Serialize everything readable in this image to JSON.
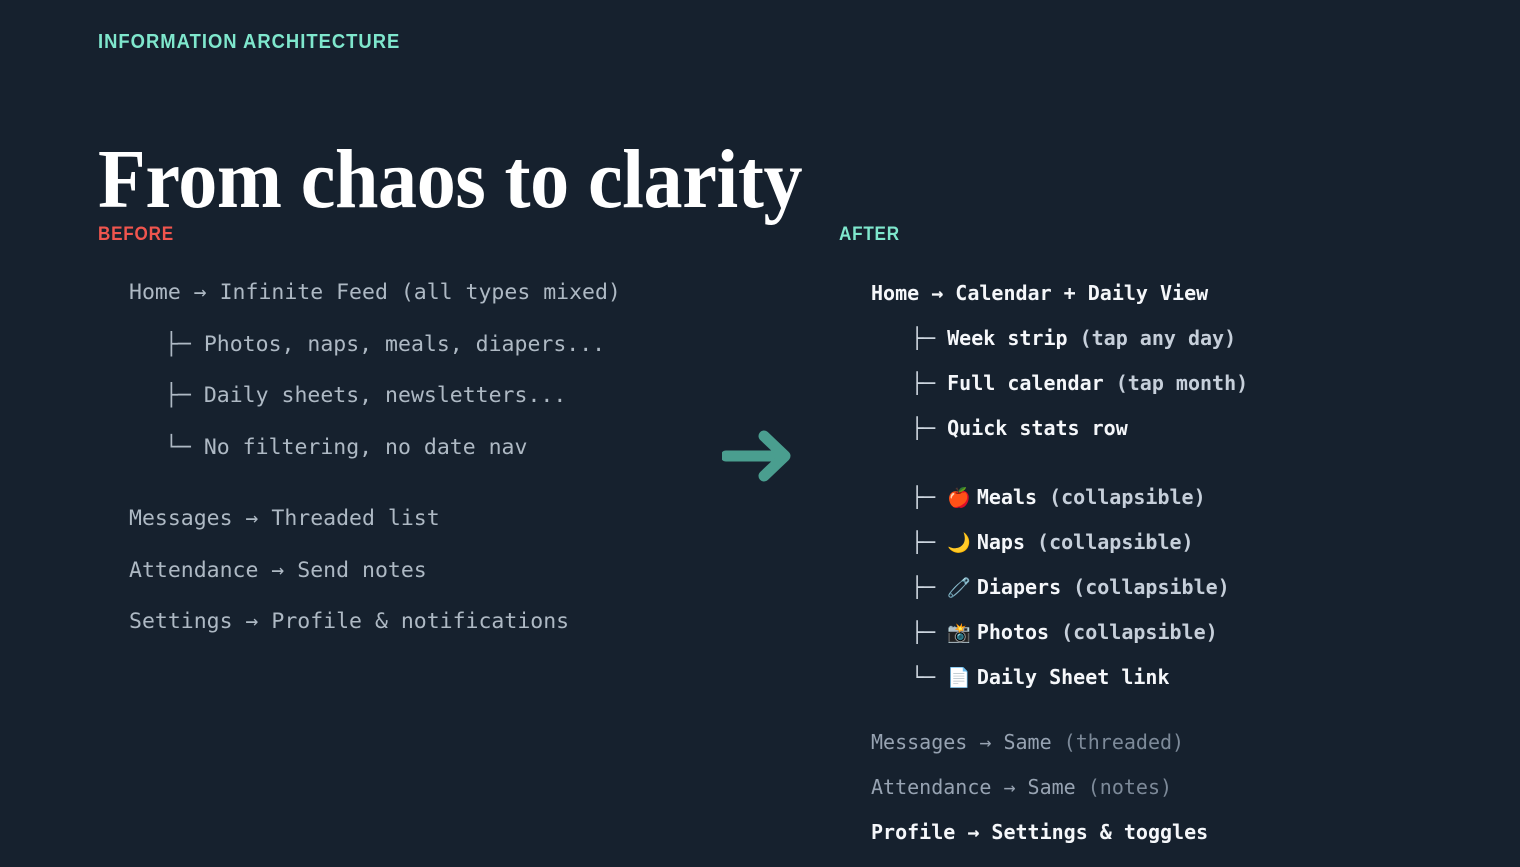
{
  "theme": {
    "background": "#16212e",
    "accent_mint": "#7fe7cd",
    "accent_red": "#f0554e",
    "arrow_teal": "#4a9e8f",
    "text_bright": "#f5f7fa",
    "text_muted": "#aeb9c4",
    "text_dim": "#97a3b2"
  },
  "header": {
    "eyebrow": "INFORMATION ARCHITECTURE",
    "headline": "From chaos to clarity"
  },
  "transition": {
    "icon": "arrow-right-icon",
    "color": "#4a9e8f"
  },
  "before": {
    "label": "BEFORE",
    "rows": [
      {
        "text": "Home → Infinite Feed (all types mixed)",
        "level": 0,
        "connector": ""
      },
      {
        "text": "Photos, naps, meals, diapers...",
        "level": 1,
        "connector": "├─"
      },
      {
        "text": "Daily sheets, newsletters...",
        "level": 1,
        "connector": "├─"
      },
      {
        "text": "No filtering, no date nav",
        "level": 1,
        "connector": "└─"
      },
      {
        "text": "Messages → Threaded list",
        "level": 0,
        "connector": ""
      },
      {
        "text": "Attendance → Send notes",
        "level": 0,
        "connector": ""
      },
      {
        "text": "Settings → Profile & notifications",
        "level": 0,
        "connector": ""
      }
    ]
  },
  "after": {
    "label": "AFTER",
    "rows": [
      {
        "main": "Home → Calendar + Daily View",
        "note": "",
        "emoji": "",
        "level": 0,
        "connector": "",
        "style": "bright"
      },
      {
        "main": "Week strip ",
        "note": "(tap any day)",
        "emoji": "",
        "level": 1,
        "connector": "├─",
        "style": "bright"
      },
      {
        "main": "Full calendar ",
        "note": "(tap month)",
        "emoji": "",
        "level": 1,
        "connector": "├─",
        "style": "bright"
      },
      {
        "main": "Quick stats row",
        "note": "",
        "emoji": "",
        "level": 1,
        "connector": "├─",
        "style": "bright"
      },
      {
        "main": "Meals ",
        "note": "(collapsible)",
        "emoji": "🍎",
        "emoji_name": "apple-icon",
        "level": 1,
        "connector": "├─",
        "style": "bright"
      },
      {
        "main": "Naps ",
        "note": "(collapsible)",
        "emoji": "🌙",
        "emoji_name": "crescent-moon-icon",
        "level": 1,
        "connector": "├─",
        "style": "bright"
      },
      {
        "main": "Diapers ",
        "note": "(collapsible)",
        "emoji": "🧷",
        "emoji_name": "safety-pin-icon",
        "level": 1,
        "connector": "├─",
        "style": "bright"
      },
      {
        "main": "Photos ",
        "note": "(collapsible)",
        "emoji": "📸",
        "emoji_name": "camera-flash-icon",
        "level": 1,
        "connector": "├─",
        "style": "bright"
      },
      {
        "main": "Daily Sheet link",
        "note": "",
        "emoji": "📄",
        "emoji_name": "page-icon",
        "level": 1,
        "connector": "└─",
        "style": "bright"
      },
      {
        "main": "Messages → Same ",
        "note": "(threaded)",
        "emoji": "",
        "level": 0,
        "connector": "",
        "style": "dim"
      },
      {
        "main": "Attendance → Same ",
        "note": "(notes)",
        "emoji": "",
        "level": 0,
        "connector": "",
        "style": "dim"
      },
      {
        "main": "Profile → Settings & toggles",
        "note": "",
        "emoji": "",
        "level": 0,
        "connector": "",
        "style": "bright"
      }
    ]
  }
}
